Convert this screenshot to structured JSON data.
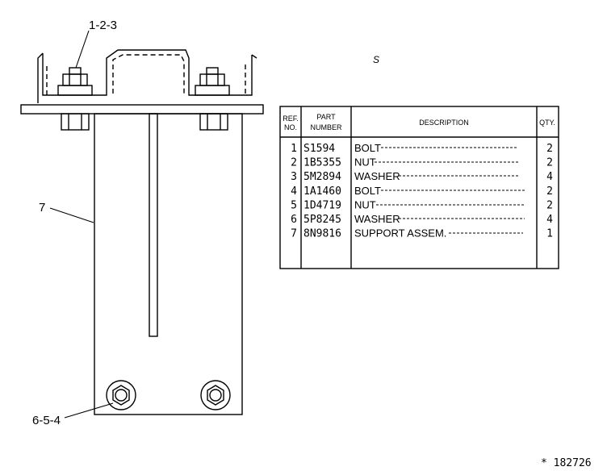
{
  "callouts": {
    "top": "1-2-3",
    "left": "7",
    "bottom": "6-5-4"
  },
  "stray_mark": "S",
  "table": {
    "headers": {
      "ref_line1": "REF.",
      "ref_line2": "NO.",
      "part_line1": "PART",
      "part_line2": "NUMBER",
      "description": "DESCRIPTION",
      "qty": "QTY."
    },
    "rows": [
      {
        "ref": "1",
        "part": "S1594",
        "desc": "BOLT",
        "qty": "2"
      },
      {
        "ref": "2",
        "part": "1B5355",
        "desc": "NUT",
        "qty": "2"
      },
      {
        "ref": "3",
        "part": "5M2894",
        "desc": "WASHER",
        "qty": "4"
      },
      {
        "ref": "4",
        "part": "1A1460",
        "desc": "BOLT",
        "qty": "2"
      },
      {
        "ref": "5",
        "part": "1D4719",
        "desc": "NUT",
        "qty": "2"
      },
      {
        "ref": "6",
        "part": "5P8245",
        "desc": "WASHER",
        "qty": "4"
      },
      {
        "ref": "7",
        "part": "8N9816",
        "desc": "SUPPORT ASSEM.",
        "qty": "1"
      }
    ]
  },
  "drawing_code": "* 182726"
}
